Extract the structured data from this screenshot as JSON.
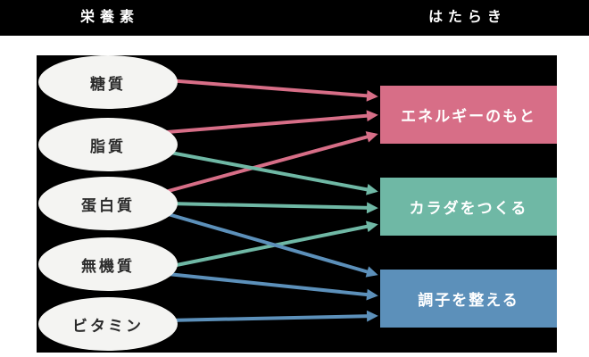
{
  "header": {
    "nutrients_label": "栄養素",
    "functions_label": "はたらき"
  },
  "nutrients": [
    {
      "id": "sugars",
      "label": "糖質"
    },
    {
      "id": "lipids",
      "label": "脂質"
    },
    {
      "id": "protein",
      "label": "蛋白質"
    },
    {
      "id": "minerals",
      "label": "無機質"
    },
    {
      "id": "vitamins",
      "label": "ビタミン"
    }
  ],
  "functions": [
    {
      "id": "energy",
      "label": "エネルギーのもと",
      "color": "#d76e87"
    },
    {
      "id": "body",
      "label": "カラダをつくる",
      "color": "#6fb8a5"
    },
    {
      "id": "regulate",
      "label": "調子を整える",
      "color": "#5c90ba"
    }
  ],
  "colors": {
    "energy": "#d76e87",
    "body": "#6fb8a5",
    "regulate": "#5c90ba",
    "header_bg": "#000000",
    "panel_bg": "#000000",
    "ellipse_bg": "#f4f4f2",
    "ellipse_text": "#2b2b2b",
    "box_text": "#ffffff"
  },
  "connections": [
    {
      "from": "糖質",
      "to": "エネルギーのもと",
      "color": "#d76e87"
    },
    {
      "from": "脂質",
      "to": "エネルギーのもと",
      "color": "#d76e87"
    },
    {
      "from": "蛋白質",
      "to": "エネルギーのもと",
      "color": "#d76e87"
    },
    {
      "from": "脂質",
      "to": "カラダをつくる",
      "color": "#6fb8a5"
    },
    {
      "from": "蛋白質",
      "to": "カラダをつくる",
      "color": "#6fb8a5"
    },
    {
      "from": "無機質",
      "to": "カラダをつくる",
      "color": "#6fb8a5"
    },
    {
      "from": "蛋白質",
      "to": "調子を整える",
      "color": "#5c90ba"
    },
    {
      "from": "無機質",
      "to": "調子を整える",
      "color": "#5c90ba"
    },
    {
      "from": "ビタミン",
      "to": "調子を整える",
      "color": "#5c90ba"
    }
  ]
}
